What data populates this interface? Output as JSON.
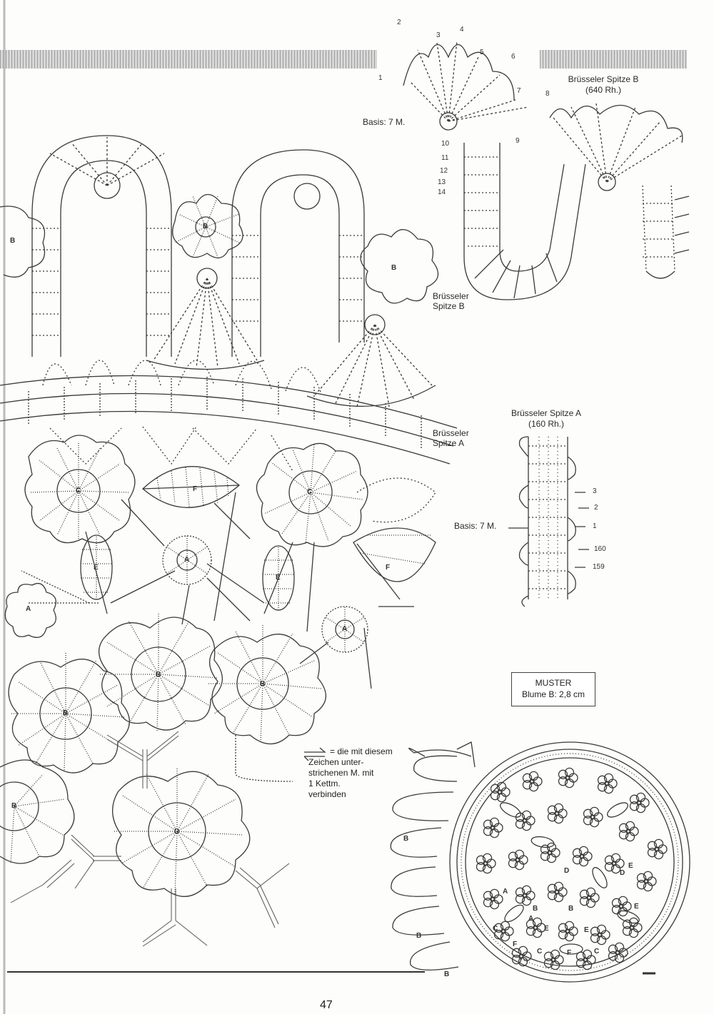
{
  "labels": {
    "bruessel_b_title": "Brüsseler Spitze B",
    "bruessel_b_rows": "(640 Rh.)",
    "basis_top": "Basis: 7 M.",
    "bruessel_b_inline": "Brüsseler\nSpitze B",
    "bruessel_a_inline": "Brüsseler\nSpitze A",
    "bruessel_a_title": "Brüsseler Spitze A",
    "bruessel_a_rows": "(160 Rh.)",
    "basis_a": "Basis: 7 M."
  },
  "top_spoke_numbers": [
    "1",
    "2",
    "3",
    "4",
    "5",
    "6",
    "7",
    "8"
  ],
  "side_row_numbers": [
    "9",
    "10",
    "11",
    "12",
    "13",
    "14"
  ],
  "a_row_numbers": [
    "3",
    "2",
    "1",
    "160",
    "159"
  ],
  "muster_box": {
    "line1": "MUSTER",
    "line2": "Blume B: 2,8 cm"
  },
  "legend": {
    "line1": "= die mit diesem",
    "line2": "Zeichen unter-",
    "line3": "strichenen M. mit",
    "line4": "1 Kettm.",
    "line5": "verbinden"
  },
  "motif_letters": {
    "flowers_b": [
      "B",
      "B",
      "B",
      "B",
      "B",
      "B",
      "B"
    ],
    "flowers_c": [
      "C",
      "C"
    ],
    "flower_d": "D",
    "flowers_a": [
      "A",
      "A",
      "A"
    ],
    "leaves_e": [
      "E",
      "E"
    ],
    "leaves_f": [
      "F",
      "F"
    ],
    "round_doily": [
      "B",
      "B",
      "B",
      "B",
      "B",
      "D",
      "D",
      "E",
      "E",
      "E",
      "E",
      "C",
      "C",
      "C",
      "F",
      "F",
      "A",
      "A"
    ]
  },
  "page_number": "47",
  "colors": {
    "ink": "#3a3a3a",
    "paper": "#fdfdfb",
    "bar": "#9a9a9a"
  }
}
